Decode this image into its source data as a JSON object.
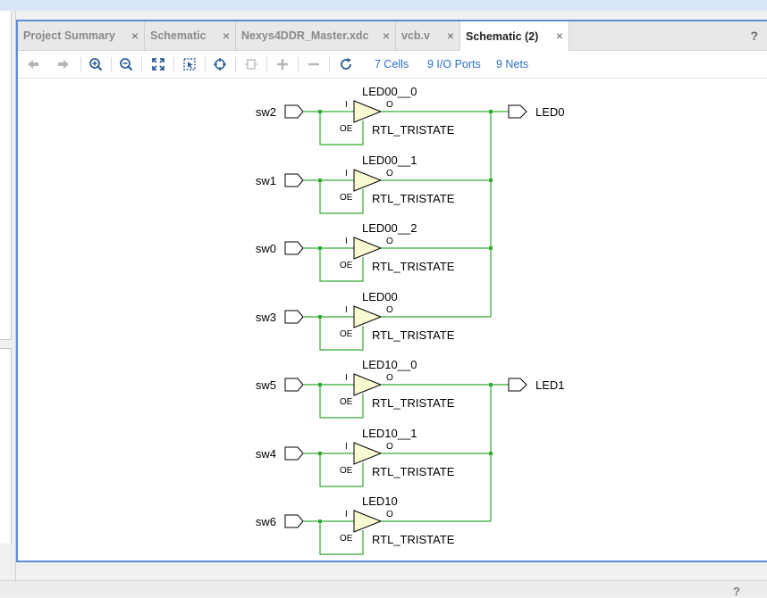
{
  "tabs": [
    {
      "label": "Project Summary",
      "active": false
    },
    {
      "label": "Schematic",
      "active": false
    },
    {
      "label": "Nexys4DDR_Master.xdc",
      "active": false
    },
    {
      "label": "vcb.v",
      "active": false
    },
    {
      "label": "Schematic (2)",
      "active": true
    }
  ],
  "tab_close_glyph": "×",
  "help_glyph": "?",
  "toolbar": {
    "icons": [
      "back-arrow-icon",
      "forward-arrow-icon",
      "zoom-in-icon",
      "zoom-out-icon",
      "zoom-fit-icon",
      "zoom-area-icon",
      "select-icon",
      "ungroup-icon",
      "expand-icon",
      "collapse-icon",
      "refresh-icon"
    ],
    "cells": "7 Cells",
    "io_ports": "9 I/O Ports",
    "nets": "9 Nets"
  },
  "schematic": {
    "cells": [
      {
        "name": "LED00__0",
        "input": "sw2",
        "type": "RTL_TRISTATE"
      },
      {
        "name": "LED00__1",
        "input": "sw1",
        "type": "RTL_TRISTATE"
      },
      {
        "name": "LED00__2",
        "input": "sw0",
        "type": "RTL_TRISTATE"
      },
      {
        "name": "LED00",
        "input": "sw3",
        "type": "RTL_TRISTATE"
      },
      {
        "name": "LED10__0",
        "input": "sw5",
        "type": "RTL_TRISTATE"
      },
      {
        "name": "LED10__1",
        "input": "sw4",
        "type": "RTL_TRISTATE"
      },
      {
        "name": "LED10",
        "input": "sw6",
        "type": "RTL_TRISTATE"
      }
    ],
    "pin_i": "I",
    "pin_o": "O",
    "pin_oe": "OE",
    "outputs": [
      {
        "name": "LED0"
      },
      {
        "name": "LED1"
      }
    ],
    "colors": {
      "wire": "#33aa33",
      "buffer_fill": "#fafad2",
      "port_stroke": "#000000"
    }
  },
  "bottom_help_glyph": "?"
}
